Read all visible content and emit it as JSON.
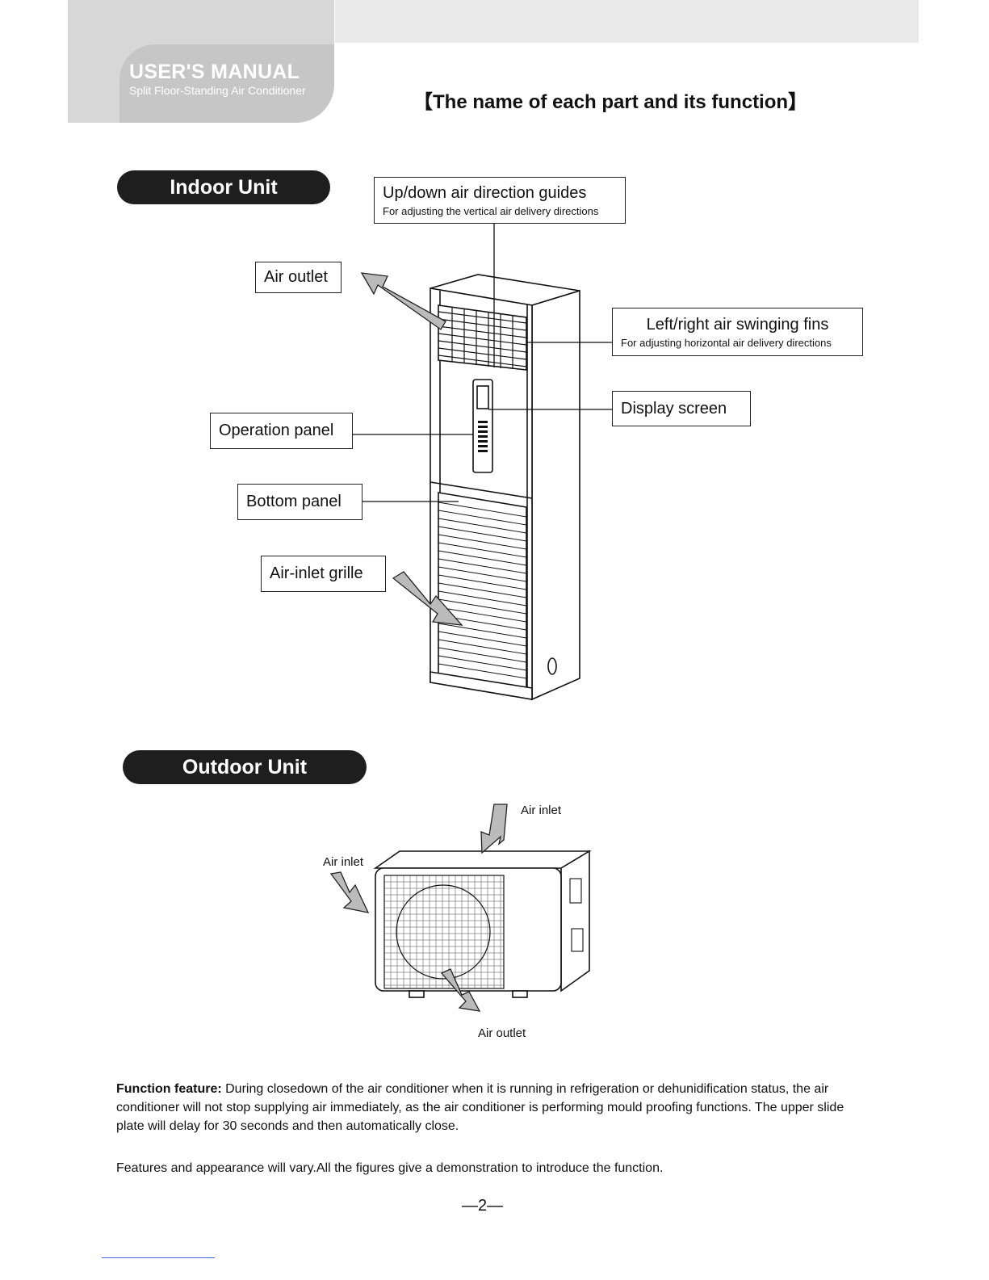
{
  "header": {
    "title": "USER'S MANUAL",
    "subtitle": "Split Floor-Standing Air Conditioner"
  },
  "page_heading": "【The name of each part and its function】",
  "indoor": {
    "section_label": "Indoor Unit",
    "labels": {
      "updown_title": "Up/down air direction guides",
      "updown_sub": "For adjusting the vertical air delivery directions",
      "air_outlet": "Air outlet",
      "leftright_title": "Left/right air swinging fins",
      "leftright_sub": "For adjusting horizontal air delivery directions",
      "display_screen": "Display screen",
      "operation_panel": "Operation panel",
      "bottom_panel": "Bottom panel",
      "air_inlet_grille": "Air-inlet grille"
    }
  },
  "outdoor": {
    "section_label": "Outdoor Unit",
    "labels": {
      "air_inlet_top": "Air inlet",
      "air_inlet_left": "Air inlet",
      "air_outlet": "Air outlet"
    }
  },
  "text": {
    "function_feature_label": "Function feature:",
    "function_feature_body": " During closedown of the air conditioner when it is running in refrigeration or dehunidification status, the air conditioner will not stop supplying air immediately, as the air conditioner is performing mould proofing functions. The upper slide plate will delay for 30 seconds and then automatically close.",
    "note": "Features and appearance will vary.All the figures give a demonstration to introduce the function."
  },
  "page_number": "—2—"
}
